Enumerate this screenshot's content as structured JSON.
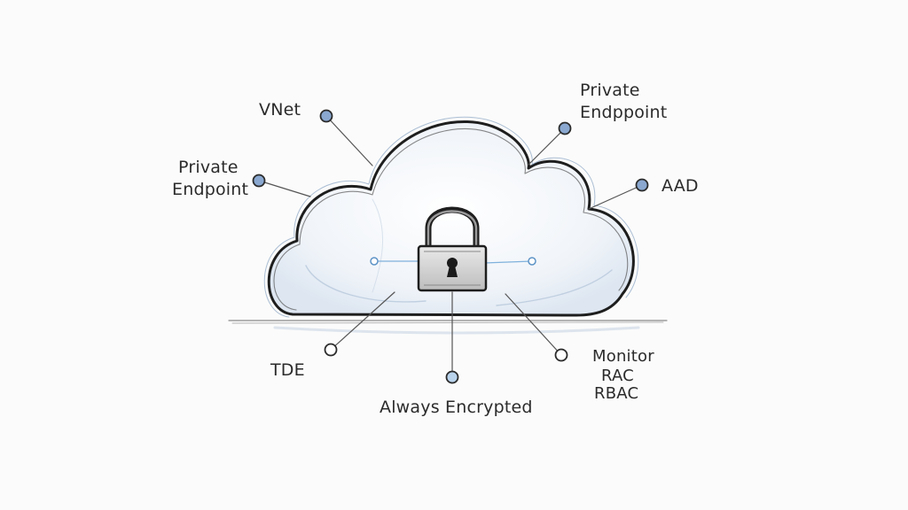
{
  "diagram": {
    "labels": {
      "vnet": "VNet",
      "private_endpoint_left": [
        "Private",
        "Endpoint"
      ],
      "private_endpoint_top": [
        "Private",
        "Endppoint"
      ],
      "aad": "AAD",
      "tde": "TDE",
      "always_encrypted": "Always Encrypted",
      "monitor": "Monitor",
      "rbac_1": "RAC",
      "rbac_2": "RBAC"
    },
    "center_icon": "padlock-icon",
    "colors": {
      "ink": "#2b2b2b",
      "cloud_fill": "#e8eef6",
      "cloud_stroke": "#1e1e1e",
      "node_fill": "#7a9cc8",
      "accent_line": "#7fb1dc"
    }
  }
}
